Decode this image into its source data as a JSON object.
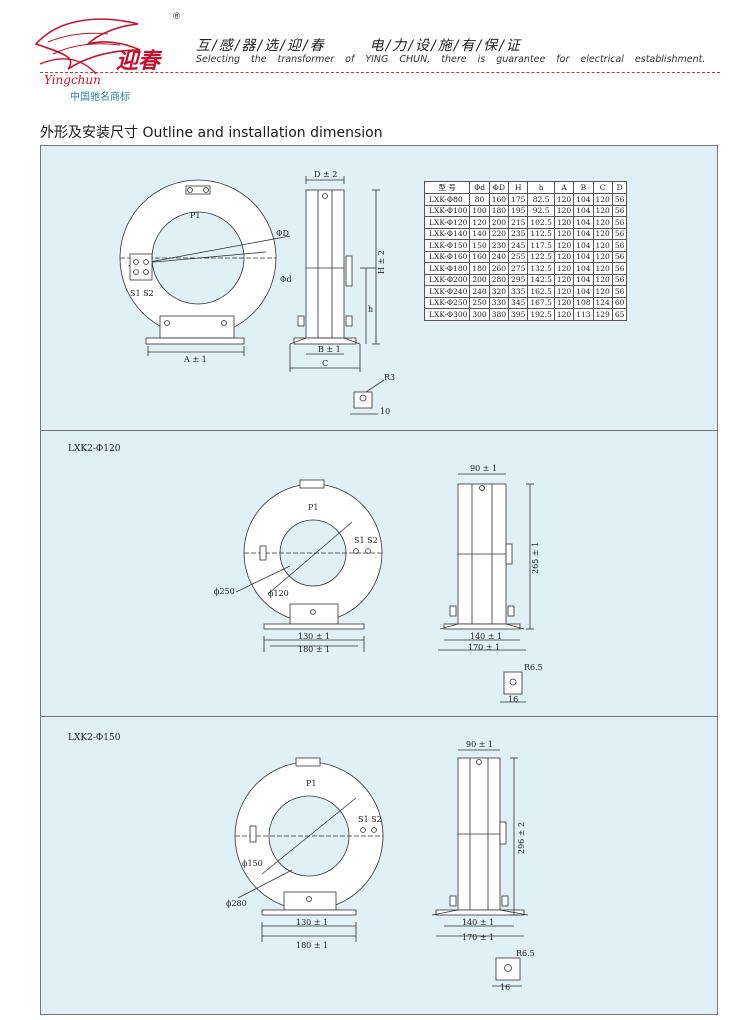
{
  "header": {
    "logo_text": "迎春",
    "logo_script": "Yingchun",
    "registered_mark": "®",
    "trademark_note": "中国驰名商标",
    "slogan_cn_1": "互/感/器/选/迎/春",
    "slogan_cn_2": "电/力/设/施/有/保/证",
    "slogan_en": "Selecting the transformer of YING CHUN, there is guarantee for electrical establishment."
  },
  "section_title": "外形及安装尺寸 Outline and installation dimension",
  "colors": {
    "panel_bg": "#dff0f6",
    "dash_red": "#c0392b",
    "trademark_blue": "#2a7fa3",
    "logo_red": "#c8102e"
  },
  "spec_table": {
    "headers": [
      "型 号",
      "Φd",
      "ΦD",
      "H",
      "h",
      "A",
      "B",
      "C",
      "D"
    ],
    "rows": [
      [
        "LXK-Φ80",
        "80",
        "160",
        "175",
        "82.5",
        "120",
        "104",
        "120",
        "56"
      ],
      [
        "LXK-Φ100",
        "100",
        "180",
        "195",
        "92.5",
        "120",
        "104",
        "120",
        "56"
      ],
      [
        "LXK-Φ120",
        "120",
        "200",
        "215",
        "102.5",
        "120",
        "104",
        "120",
        "56"
      ],
      [
        "LXK-Φ140",
        "140",
        "220",
        "235",
        "112.5",
        "120",
        "104",
        "120",
        "56"
      ],
      [
        "LXK-Φ150",
        "150",
        "230",
        "245",
        "117.5",
        "120",
        "104",
        "120",
        "56"
      ],
      [
        "LXK-Φ160",
        "160",
        "240",
        "255",
        "122.5",
        "120",
        "104",
        "120",
        "56"
      ],
      [
        "LXK-Φ180",
        "180",
        "260",
        "275",
        "132.5",
        "120",
        "104",
        "120",
        "56"
      ],
      [
        "LXK-Φ200",
        "200",
        "280",
        "295",
        "142.5",
        "120",
        "104",
        "120",
        "56"
      ],
      [
        "LXK-Φ240",
        "240",
        "320",
        "335",
        "162.5",
        "120",
        "104",
        "120",
        "56"
      ],
      [
        "LXK-Φ250",
        "250",
        "330",
        "345",
        "167.5",
        "120",
        "108",
        "124",
        "60"
      ],
      [
        "LXK-Φ300",
        "300",
        "380",
        "395",
        "192.5",
        "120",
        "113",
        "129",
        "65"
      ]
    ]
  },
  "drawing1": {
    "p1": "P1",
    "od": "ΦD",
    "id": "Φd",
    "s1s2": "S1 S2",
    "a": "A ± 1",
    "d": "D ± 2",
    "h_big": "H ± 2",
    "h_small": "h",
    "b": "B ± 1",
    "c": "C",
    "r": "R3",
    "slot": "10"
  },
  "drawing2": {
    "model": "LXK2-Φ120",
    "p1": "P1",
    "s1s2": "S1 S2",
    "od": "ϕ250",
    "id": "ϕ120",
    "w1": "130 ± 1",
    "w2": "180 ± 1",
    "top": "90 ± 1",
    "height": "265 ± 1",
    "s1": "140 ± 1",
    "s2": "170 ± 1",
    "r": "R6.5",
    "slot": "16"
  },
  "drawing3": {
    "model": "LXK2-Φ150",
    "p1": "P1",
    "s1s2": "S1 S2",
    "od": "ϕ280",
    "id": "ϕ150",
    "w1": "130 ± 1",
    "w2": "180 ± 1",
    "top": "90 ± 1",
    "height": "296 ± 2",
    "s1": "140 ± 1",
    "s2": "170 ± 1",
    "r": "R6.5",
    "slot": "16"
  }
}
